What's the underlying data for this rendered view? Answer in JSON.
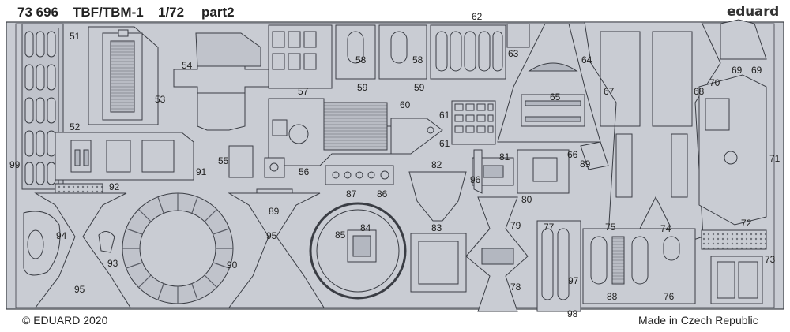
{
  "header": {
    "catalog_no": "73 696",
    "model": "TBF/TBM-1",
    "scale": "1/72",
    "sheet": "part2",
    "brand": "eduard"
  },
  "footer": {
    "copyright": "© EDUARD 2020",
    "origin": "Made in Czech Republic"
  },
  "colors": {
    "fret": "#c9ccd3",
    "outline": "#3a3d44",
    "etched": "#b3b7c0"
  },
  "part_numbers": [
    "51",
    "52",
    "53",
    "54",
    "55",
    "56",
    "57",
    "58",
    "58",
    "59",
    "59",
    "60",
    "61",
    "61",
    "62",
    "63",
    "64",
    "65",
    "66",
    "67",
    "68",
    "69",
    "69",
    "70",
    "71",
    "72",
    "73",
    "74",
    "75",
    "76",
    "77",
    "78",
    "79",
    "80",
    "81",
    "82",
    "83",
    "84",
    "85",
    "86",
    "87",
    "88",
    "89",
    "89",
    "90",
    "91",
    "92",
    "93",
    "94",
    "95",
    "95",
    "96",
    "97",
    "98",
    "99"
  ]
}
